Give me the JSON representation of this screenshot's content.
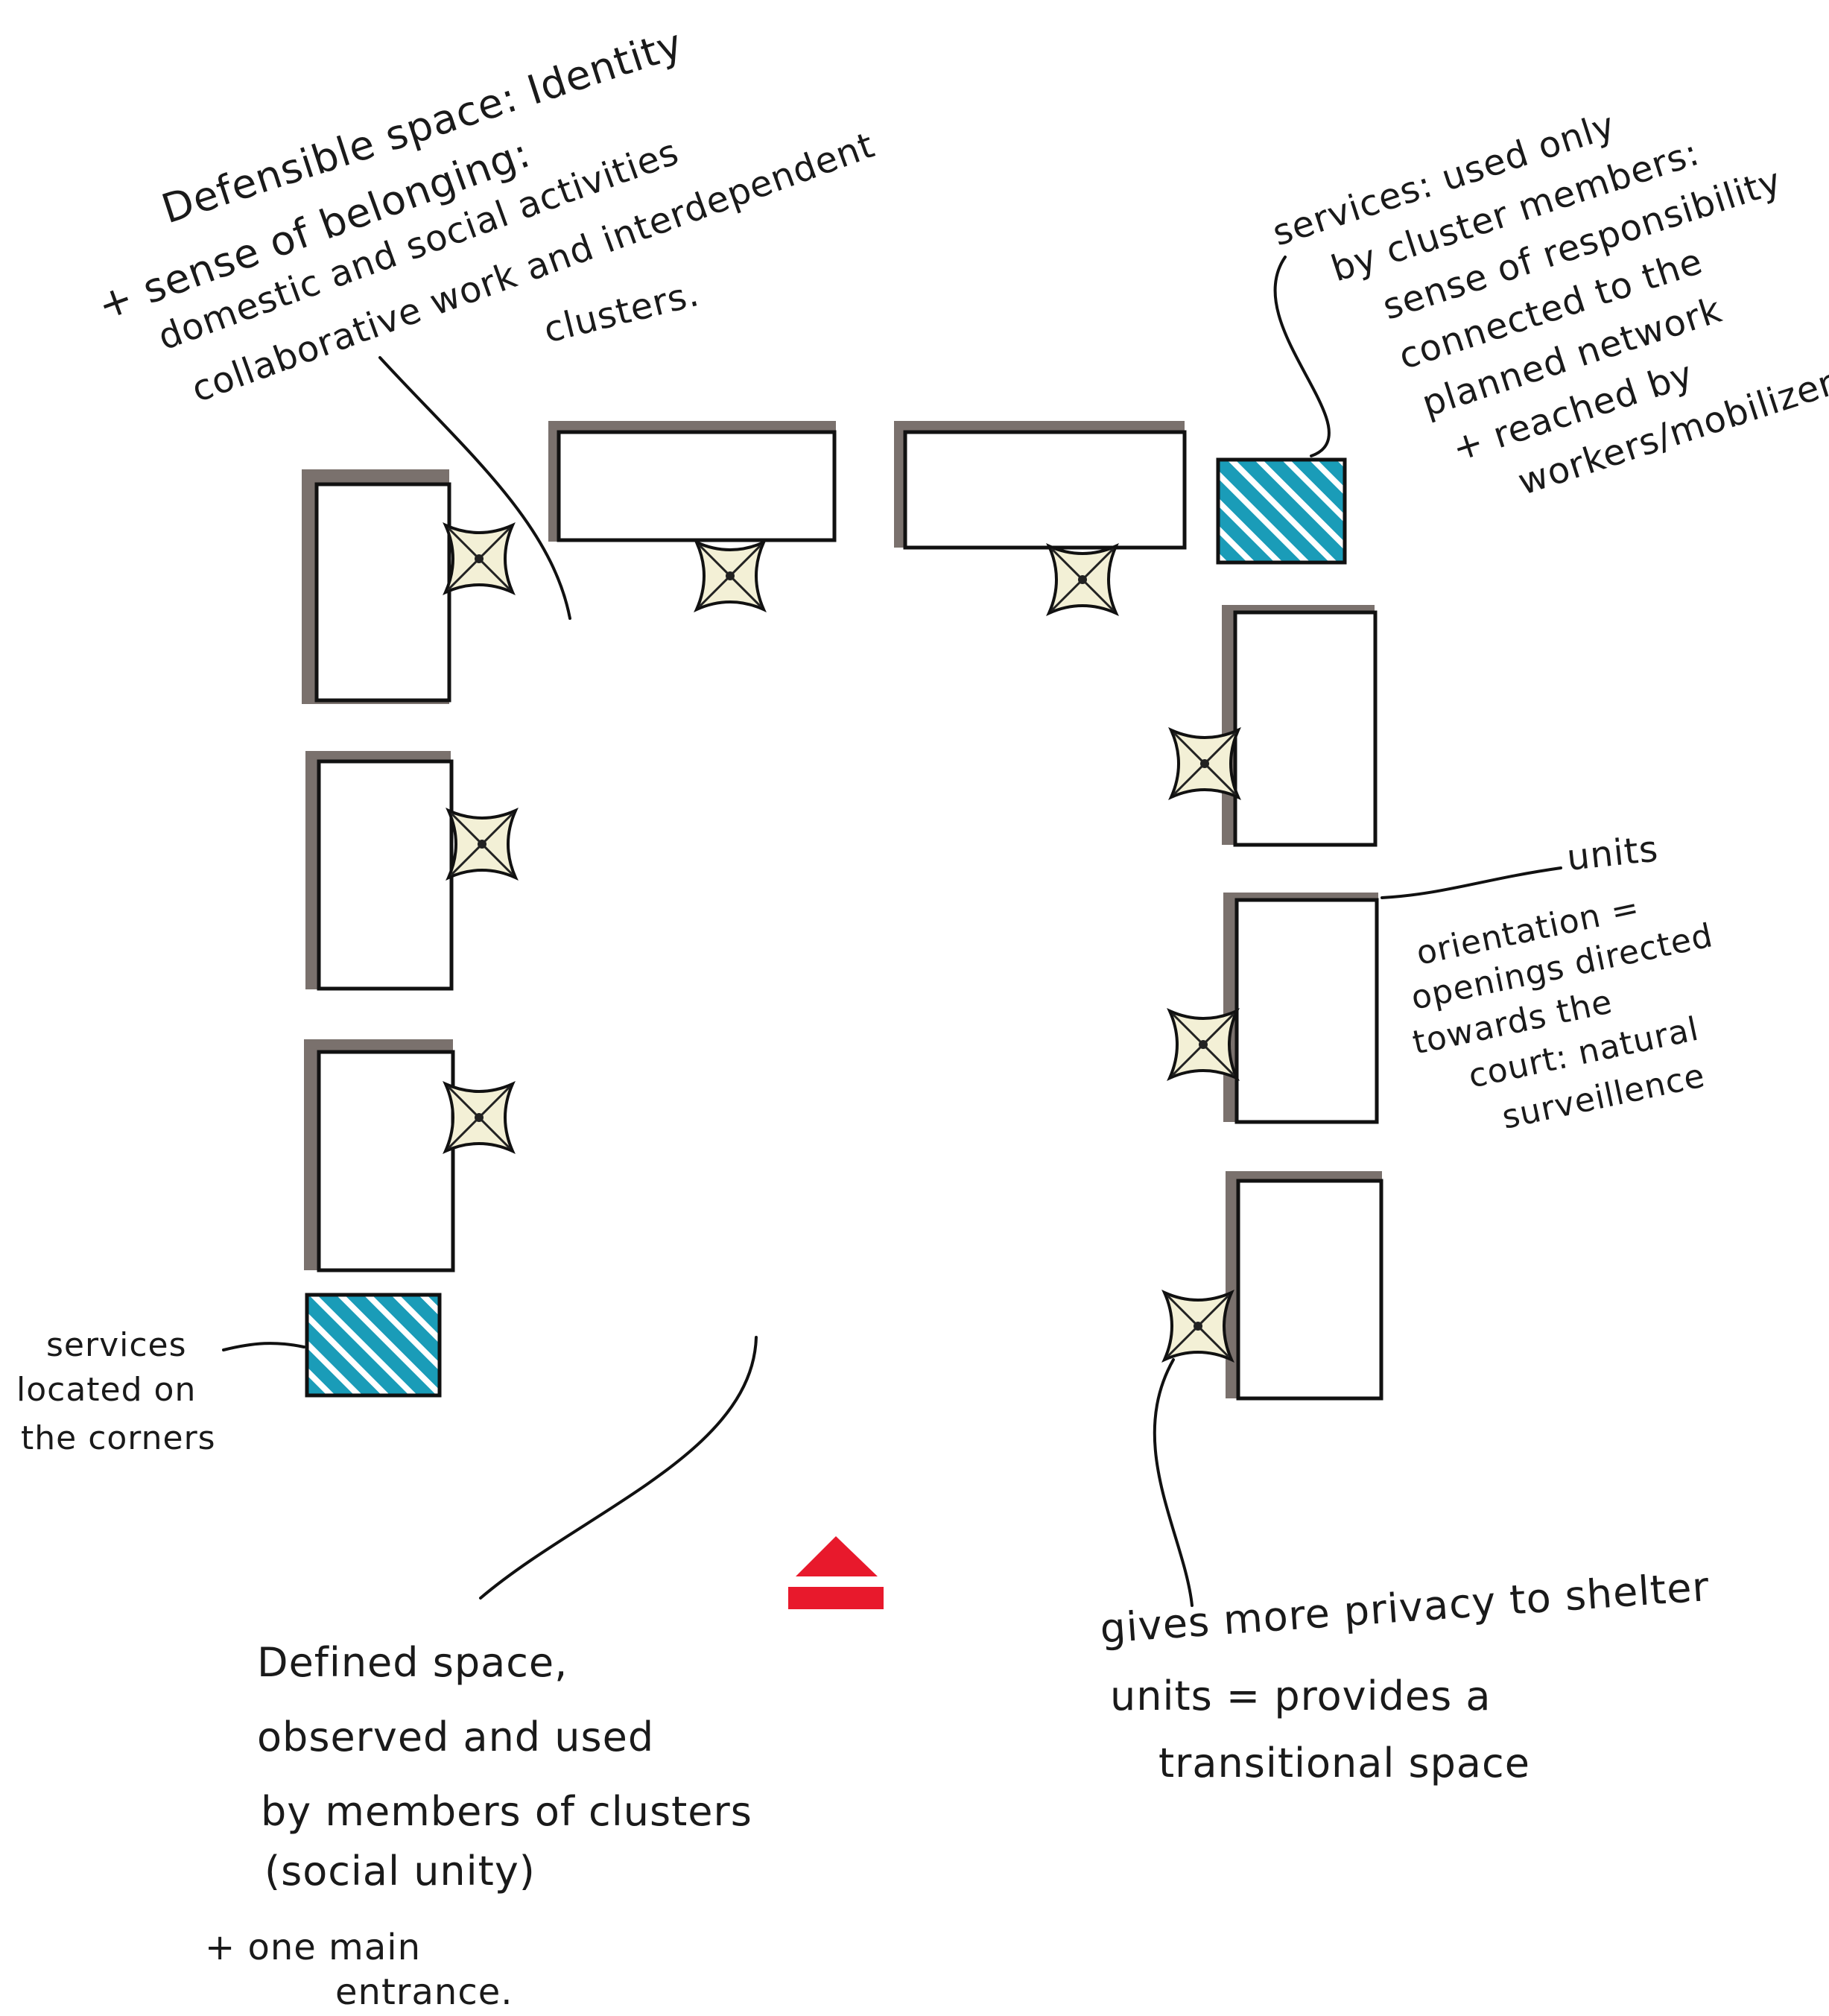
{
  "colors": {
    "ink": "#111111",
    "unit_shadow": "#7a716d",
    "service_fill": "#1a9cb8",
    "service_hatch": "#ffffff",
    "entrance": "#e8192c",
    "opening_fill": "#f3f0d6"
  },
  "annotations": {
    "defensible": [
      "Defensible space: Identity",
      "+ sense of belonging:",
      "domestic and social activities",
      "collaborative work and interdependent",
      "clusters."
    ],
    "services_top": [
      "services: used only",
      "by cluster members:",
      "sense of responsibility",
      "connected to the",
      "planned network",
      "+ reached by",
      "workers/mobilizers"
    ],
    "units": [
      "units",
      "orientation =",
      "openings directed",
      "towards the",
      "court: natural",
      "surveillence"
    ],
    "services_corner": [
      "services",
      "located on",
      "the corners"
    ],
    "defined": [
      "Defined space,",
      "observed and used",
      "by members of clusters",
      "(social unity)",
      "+ one main",
      "entrance."
    ],
    "privacy": [
      "gives more privacy to shelter",
      "units = provides a",
      "transitional space"
    ]
  },
  "icons": {
    "entrance": "entrance-arrow-icon",
    "opening": "opening-cross-icon"
  }
}
